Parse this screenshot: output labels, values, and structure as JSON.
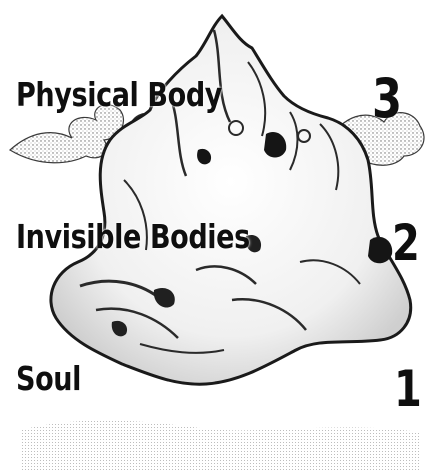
{
  "layers": [
    {
      "label": "Physical Body",
      "number": "3"
    },
    {
      "label": "Invisible Bodies",
      "number": "2"
    },
    {
      "label": "Soul",
      "number": "1"
    }
  ],
  "illustration": {
    "icon": "etched-sculpted-figure-illustration",
    "ink_color": "#1a1a1a",
    "paper_color": "#ffffff"
  }
}
